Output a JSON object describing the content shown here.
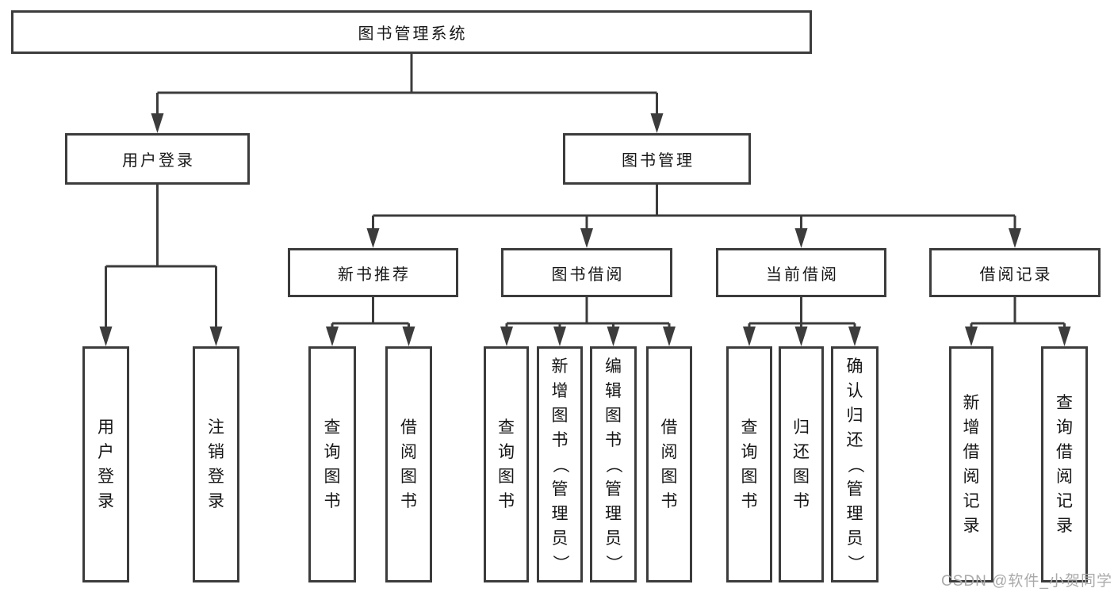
{
  "diagram": {
    "title": "图书管理系统",
    "watermark": "CSDN @软件_小贺同学",
    "colors": {
      "line": "#3c3c3c",
      "text": "#161616",
      "box_background": "#ffffff",
      "page_background": "#ffffff",
      "watermark": "#aaaaaa"
    },
    "nodes": {
      "root": {
        "label": "图书管理系统"
      },
      "level2": [
        {
          "label": "用户登录"
        },
        {
          "label": "图书管理"
        }
      ],
      "level3": [
        {
          "label": "新书推荐",
          "parent": "图书管理"
        },
        {
          "label": "图书借阅",
          "parent": "图书管理"
        },
        {
          "label": "当前借阅",
          "parent": "图书管理"
        },
        {
          "label": "借阅记录",
          "parent": "图书管理"
        }
      ],
      "leaves": [
        {
          "label": "用户登录",
          "parent": "用户登录"
        },
        {
          "label": "注销登录",
          "parent": "用户登录"
        },
        {
          "label": "查询图书",
          "parent": "新书推荐"
        },
        {
          "label": "借阅图书",
          "parent": "新书推荐"
        },
        {
          "label": "查询图书",
          "parent": "图书借阅"
        },
        {
          "label": "新增图书（管理员）",
          "parent": "图书借阅"
        },
        {
          "label": "编辑图书（管理员）",
          "parent": "图书借阅"
        },
        {
          "label": "借阅图书",
          "parent": "图书借阅"
        },
        {
          "label": "查询图书",
          "parent": "当前借阅"
        },
        {
          "label": "归还图书",
          "parent": "当前借阅"
        },
        {
          "label": "确认归还（管理员）",
          "parent": "当前借阅"
        },
        {
          "label": "新增借阅记录",
          "parent": "借阅记录"
        },
        {
          "label": "查询借阅记录",
          "parent": "借阅记录"
        }
      ]
    }
  }
}
